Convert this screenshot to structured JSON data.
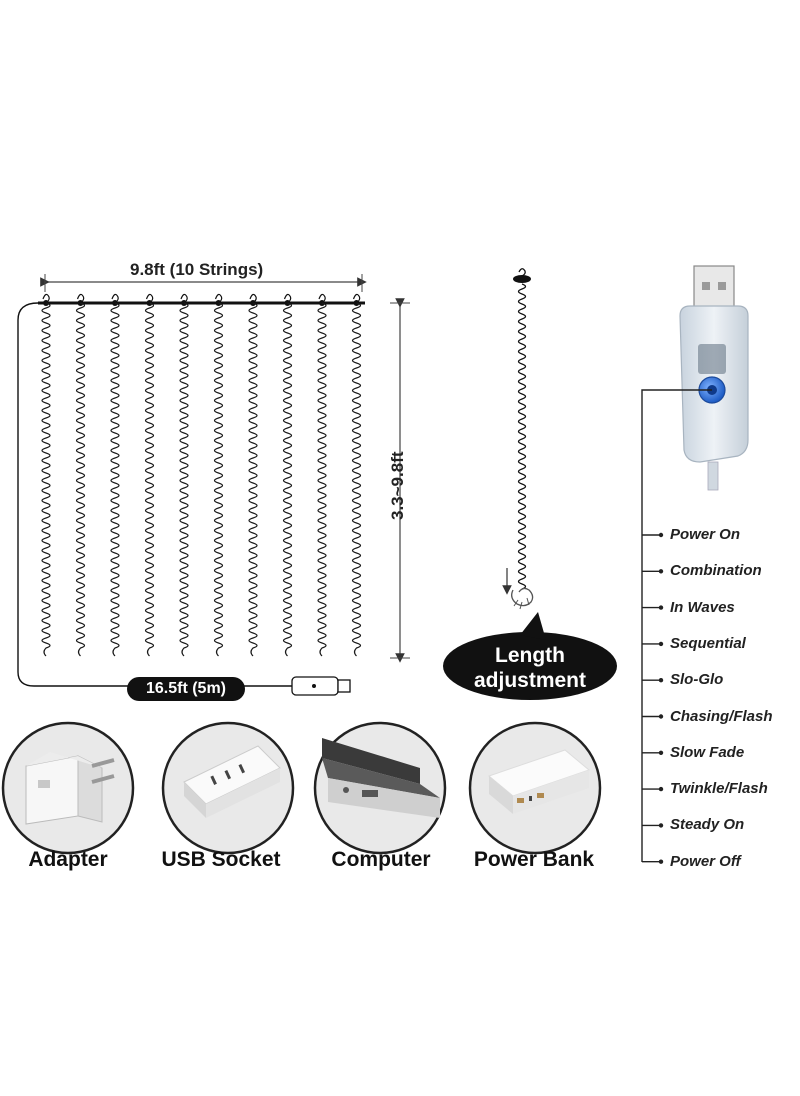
{
  "dimensions": {
    "width_label": "9.8ft (10 Strings)",
    "height_label": "3.3~9.8ft",
    "cord_label": "16.5ft (5m)"
  },
  "length_adjustment": {
    "line1": "Length",
    "line2": "adjustment"
  },
  "controller_modes": [
    "Power On",
    "Combination",
    "In Waves",
    "Sequential",
    "Slo-Glo",
    "Chasing/Flash",
    "Slow Fade",
    "Twinkle/Flash",
    "Steady On",
    "Power Off"
  ],
  "power_sources": [
    {
      "label": "Adapter",
      "icon": "usb-wall-adapter-icon"
    },
    {
      "label": "USB Socket",
      "icon": "usb-power-strip-icon"
    },
    {
      "label": "Computer",
      "icon": "laptop-usb-port-icon"
    },
    {
      "label": "Power Bank",
      "icon": "power-bank-icon"
    }
  ],
  "colors": {
    "wire": "#1a1a1a",
    "controller_button": "#2a6fd6",
    "controller_body": "#dfe6ee",
    "bubble": "#111111"
  }
}
